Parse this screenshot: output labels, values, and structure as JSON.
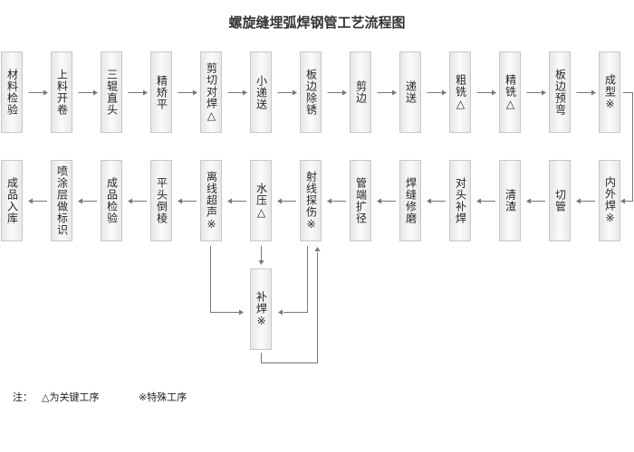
{
  "title": "螺旋缝埋弧焊钢管工艺流程图",
  "row1": [
    "材料检验",
    "上料开卷",
    "三辊直头",
    "精矫平",
    "剪切对焊△",
    "小递送",
    "板边除锈",
    "剪边",
    "递送",
    "粗铣△",
    "精铣△",
    "板边预弯",
    "成型※"
  ],
  "row2": [
    "成品入库",
    "喷涂层做标识",
    "成品检验",
    "平头倒棱",
    "离线超声※",
    "水压△",
    "射线探伤※",
    "管端扩径",
    "焊缝修磨",
    "对头补焊",
    "清渣",
    "切管",
    "内外焊※"
  ],
  "repair": "补焊※",
  "note": {
    "label": "注：",
    "key": "△为关键工序",
    "special": "※特殊工序"
  },
  "colors": {
    "line": "#777777",
    "border": "#c8c8c8"
  }
}
